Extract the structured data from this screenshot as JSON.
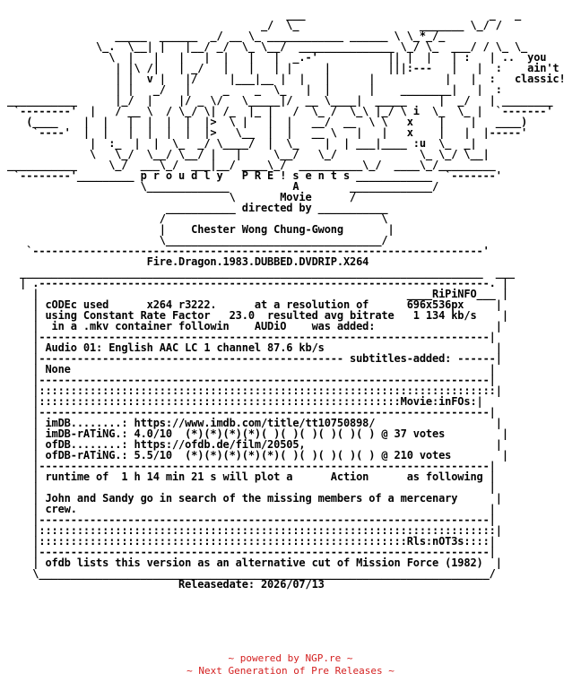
{
  "nfo_lines": [
    "                                            ___                             _   _",
    "                                        _/  \\_                   _______ \\_/ /",
    "                 _____  ______  _/ __ \\_ ____________ ______ \\ \\_*_/_",
    "              \\_.  \\__| |   |__/ _/  \\_ \\__/  _______________ \\_/ \\_  ___/ / \\_ \\_",
    "                \\  |   |   |   |  |   |   |  _.-'           || |  |   | :   | ..  you",
    "                 | |\\ /|   | _/   |   |   | |     |         |||:---   |   |  :    ain't",
    "                 | |  v |   |/     |___|__ |  |   |      |           |   |  :   classic!",
    "                 | |   _/   |     _    _  \\_   |  |      |    ________|   |  :",
    "___________      |_/  |    |/ _ \\/   \\_____|/  __ \\____|  _____     |  _/   | ________",
    " `--------'  |   / __ \\  / \\_/ \\| /_  |_ |   /  \\_ /  \\_\\ |_/ \\ i  \\_  \\_ |  `-------'",
    "   (____    |  |   |  |  |  |  |>  \\ |   |  |   __/  __  \\ \\   x    |    |   ____)",
    "    `----'  |  |   |  |  |  |  |>   \\__  |  |   __ \\   |   |   x    |   |  |-----'",
    "             |  :_  |  |  \\_  _/ \\____/  |  \\_    |  | ___|____ :u  \\_  _|",
    "             \\   \\_/  \\__/ \\__/ |   |     \\__/   \\_/             \\_ \\_/ \\__|",
    "___________     \\_/  ___\\_/  ___|__/ ____\\_/  __________\\_/  ____\\_/_________",
    " `--------'_________ p r o u d l y   P R E ! s e n t s ____________  `-------'",
    "                     \\_____________          A        _____________/",
    "                                   \\       Movie      /",
    "                         ___________ directed by ___________",
    "                        /                                  \\",
    "                        |    Chester Wong Chung-Gwong       |",
    "                        \\__________________________________/",
    "   `-----------------------------------------------------------------------'",
    "                      Fire.Dragon.1983.DUBBED.DVDRIP.X264",
    "  _________________________________________________________________________  ___",
    "  | .-----------------------------------------------------------------------. |",
    "    |                                                          ____RiPiNFO___ |",
    "    | cODEc used      x264 r3222.      at a resolution of      696x536px     |",
    "    | using Constant Rate Factor   23.0  resulted avg bitrate   1 134 kb/s    |",
    "    |  in a .mkv container followin    AUDiO    was added:                   |",
    "    |-----------------------------------------------------------------------|",
    "    | Audio 01: English AAC LC 1 channel 87.6 kb/s                           |",
    "    |------------------------------------------------ subtitles-added: ------|",
    "    | None                                                                  |",
    "    |-----------------------------------------------------------------------|",
    "    |::::::::::::::::::::::::::::::::::::::::::::::::::::::::::::::::::::::::|",
    "    |:::::::::::::::::::::::::::::::::::::::::::::::::::::::::Movie:inFOs:|",
    "    |-----------------------------------------------------------------------|",
    "    | imDB........: https://www.imdb.com/title/tt10750898/                   |",
    "    | imDB-rATiNG.: 4.0/10  (*)(*)(*)(*)( )( )( )( )( )( ) @ 37 votes         |",
    "    | ofDB........: https://ofdb.de/film/20505,                              |",
    "    | ofDB-rATiNG.: 5.5/10  (*)(*)(*)(*)(*)( )( )( )( )( ) @ 210 votes        |",
    "    |-----------------------------------------------------------------------|",
    "    | runtime of  1 h 14 min 21 s will plot a      Action      as following |",
    "    |                                                                       |",
    "    | John and Sandy go in search of the missing members of a mercenary      |",
    "    | crew.                                                                 |",
    "    |-----------------------------------------------------------------------|",
    "    |::::::::::::::::::::::::::::::::::::::::::::::::::::::::::::::::::::::::|",
    "    |::::::::::::::::::::::::::::::::::::::::::::::::::::::::::Rls:nOT3s::::|",
    "    |-----------------------------------------------------------------------|",
    "    | ofdb lists this version as an alternative cut of Mission Force (1982)  |",
    "    \\_______________________________________________________________________/",
    "                           Releasedate: 2026/07/13"
  ],
  "footer": {
    "line1": "~ powered by NGP.re ~",
    "line2": "~ Next Generation of Pre Releases ~",
    "color": "#d42020"
  }
}
